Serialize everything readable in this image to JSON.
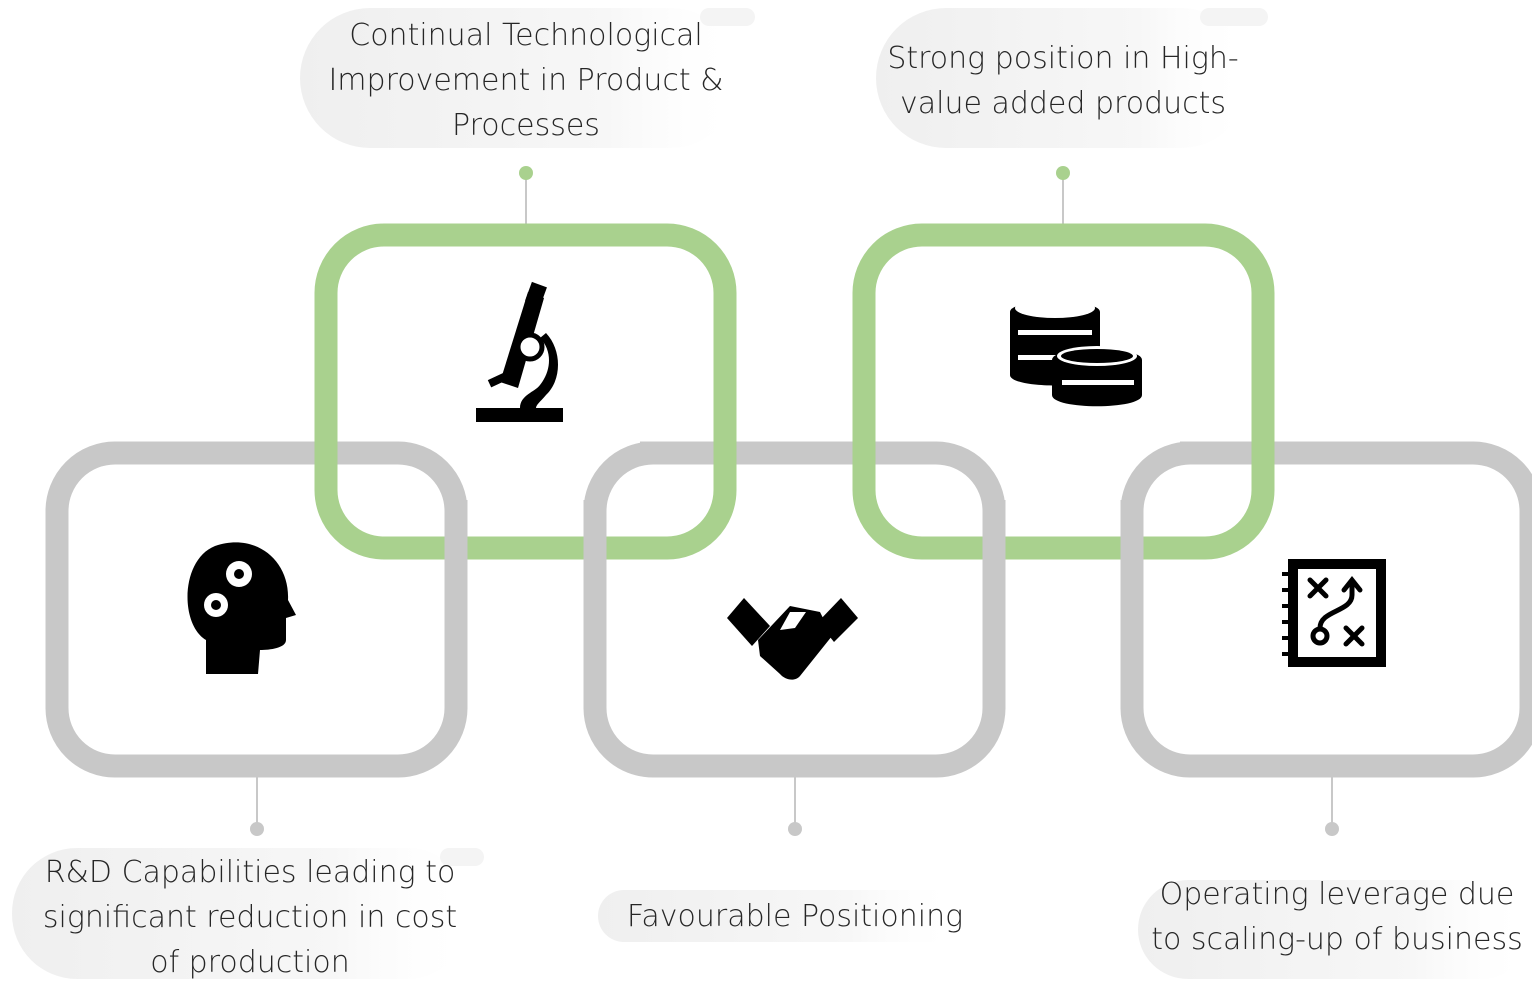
{
  "diagram": {
    "colors": {
      "green_frame": "#a9d18e",
      "gray_frame": "#c8c8c8",
      "connector": "#c8c8c8",
      "icon": "#000000",
      "text": "#262626"
    },
    "top_items": [
      {
        "icon": "microscope-icon",
        "lines": [
          "Continual Technological",
          "Improvement in Product &",
          "Processes"
        ]
      },
      {
        "icon": "coins-icon",
        "lines": [
          "Strong position in High-",
          "value added products"
        ]
      }
    ],
    "bottom_items": [
      {
        "icon": "head-gears-icon",
        "lines": [
          "R&D Capabilities leading to",
          "significant reduction in cost",
          "of production"
        ]
      },
      {
        "icon": "handshake-icon",
        "lines": [
          "Favourable Positioning"
        ]
      },
      {
        "icon": "strategy-board-icon",
        "lines": [
          "Operating leverage due",
          "to scaling-up of business"
        ]
      }
    ]
  }
}
